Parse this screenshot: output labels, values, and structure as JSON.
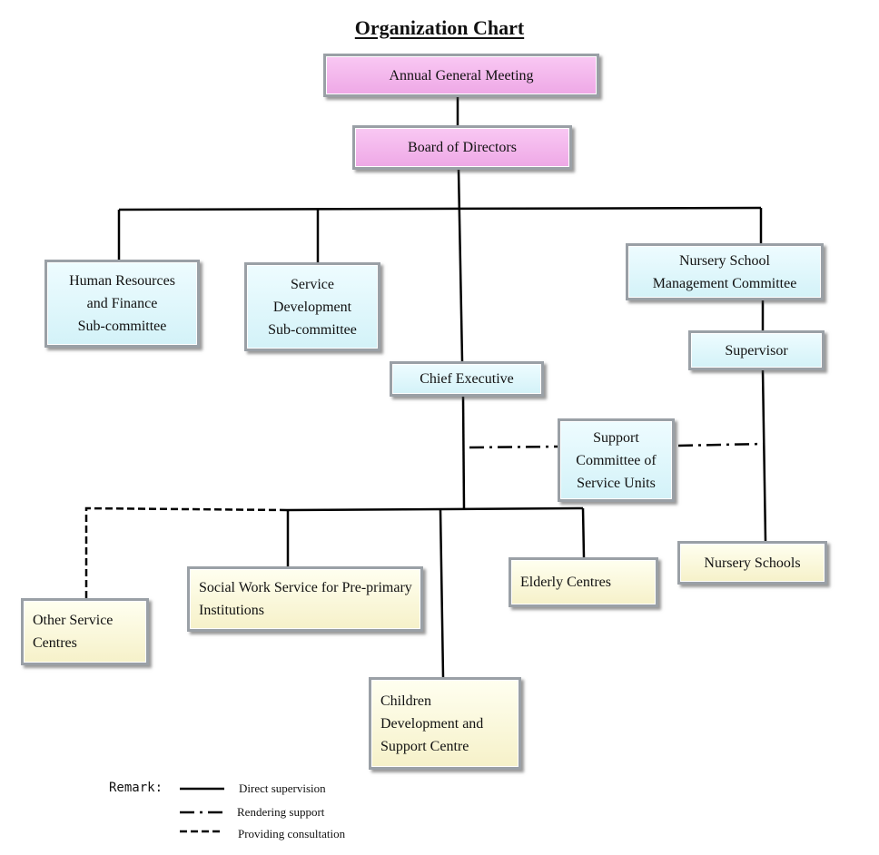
{
  "title": "Organization Chart",
  "colors": {
    "top_box_fill": "#f3b8ec",
    "committee_box_fill": "#def6fb",
    "unit_box_fill": "#fbf7d8",
    "box_border": "#9aa0a6",
    "line": "#000000"
  },
  "nodes": {
    "agm": "Annual General Meeting",
    "board": "Board of Directors",
    "hr_finance": "Human Resources\nand Finance\nSub-committee",
    "service_dev": "Service\nDevelopment\nSub-committee",
    "nursery_committee": "Nursery School\nManagement Committee",
    "supervisor": "Supervisor",
    "chief_exec": "Chief Executive",
    "support_committee": "Support\nCommittee of\nService Units",
    "other_centres": "Other Service\nCentres",
    "social_work": "Social Work Service for Pre-primary\nInstitutions",
    "elderly": "Elderly Centres",
    "nursery_schools": "Nursery Schools",
    "children_dev": "Children\nDevelopment and\nSupport Centre"
  },
  "legend": {
    "label": "Remark:",
    "items": [
      {
        "style": "solid",
        "text": "Direct supervision"
      },
      {
        "style": "dash-dot",
        "text": "Rendering support"
      },
      {
        "style": "dashed",
        "text": "Providing consultation"
      }
    ]
  }
}
